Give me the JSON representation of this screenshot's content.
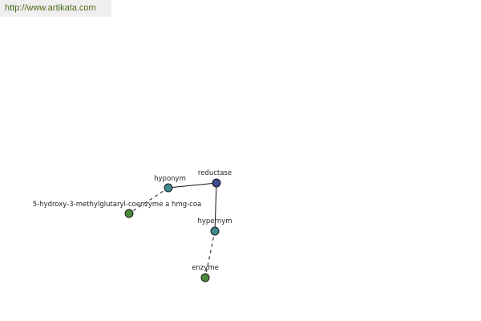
{
  "banner": {
    "url_text": "http://www.artikata.com"
  },
  "graph": {
    "nodes": [
      {
        "id": "reductase",
        "label": "reductase",
        "color": "#3f4a8e"
      },
      {
        "id": "hyponym",
        "label": "hyponym",
        "color": "#3f8a8c"
      },
      {
        "id": "hypernym",
        "label": "hypernym",
        "color": "#3f8a8c"
      },
      {
        "id": "hmgcoa",
        "label": "5-hydroxy-3-methylglutaryl-coenzyme a hmg-coa",
        "color": "#4a8a3a"
      },
      {
        "id": "enzyme",
        "label": "enzyme",
        "color": "#4a8a3a"
      }
    ],
    "edges": [
      {
        "from": "reductase",
        "to": "hyponym",
        "style": "solid"
      },
      {
        "from": "reductase",
        "to": "hypernym",
        "style": "solid"
      },
      {
        "from": "hyponym",
        "to": "hmgcoa",
        "style": "dashed"
      },
      {
        "from": "hypernym",
        "to": "enzyme",
        "style": "dashed"
      }
    ]
  }
}
